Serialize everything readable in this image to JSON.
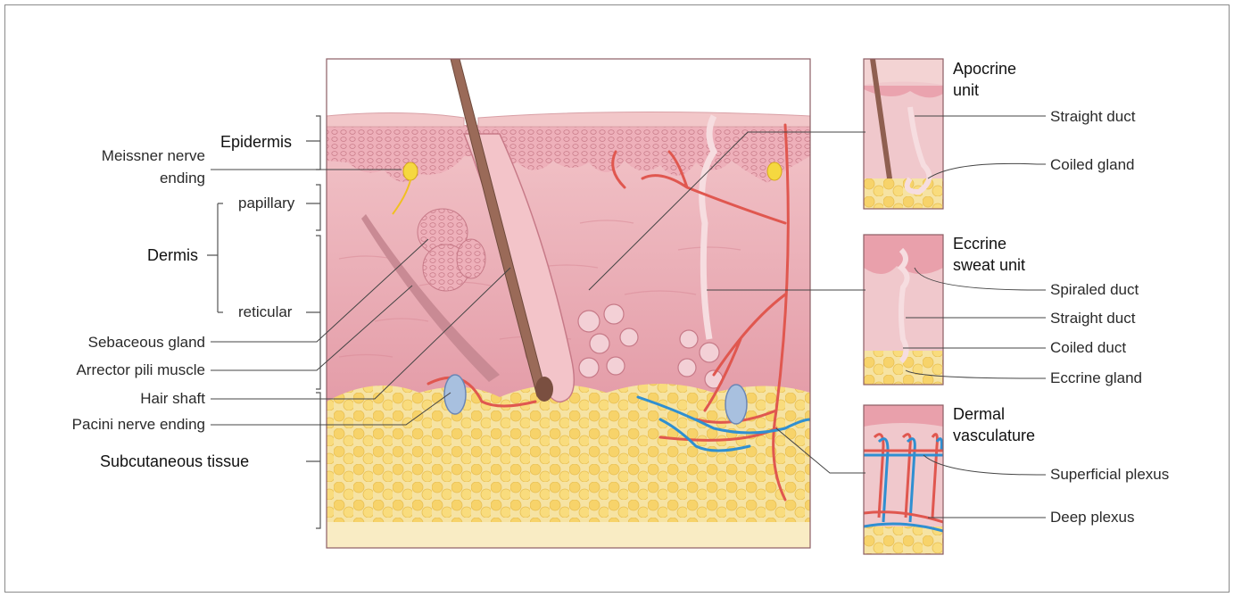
{
  "left_labels": {
    "epidermis": "Epidermis",
    "meissner_line1": "Meissner nerve",
    "meissner_line2": "ending",
    "papillary": "papillary",
    "dermis": "Dermis",
    "reticular": "reticular",
    "sebaceous_gland": "Sebaceous gland",
    "arrector_pili": "Arrector pili muscle",
    "hair_shaft": "Hair shaft",
    "pacini": "Pacini nerve ending",
    "subcutaneous": "Subcutaneous tissue"
  },
  "apocrine": {
    "title_line1": "Apocrine",
    "title_line2": "unit",
    "straight_duct": "Straight duct",
    "coiled_gland": "Coiled gland"
  },
  "eccrine": {
    "title_line1": "Eccrine",
    "title_line2": "sweat unit",
    "spiraled_duct": "Spiraled duct",
    "straight_duct": "Straight duct",
    "coiled_duct": "Coiled duct",
    "eccrine_gland": "Eccrine gland"
  },
  "vasculature": {
    "title_line1": "Dermal",
    "title_line2": "vasculature",
    "superficial_plexus": "Superficial plexus",
    "deep_plexus": "Deep plexus"
  },
  "colors": {
    "epidermis": "#e9a3ae",
    "dermis": "#e8aab2",
    "fat": "#f7dc86",
    "hair": "#9a6a58",
    "artery": "#e0574f",
    "vein": "#2f8fd1"
  }
}
